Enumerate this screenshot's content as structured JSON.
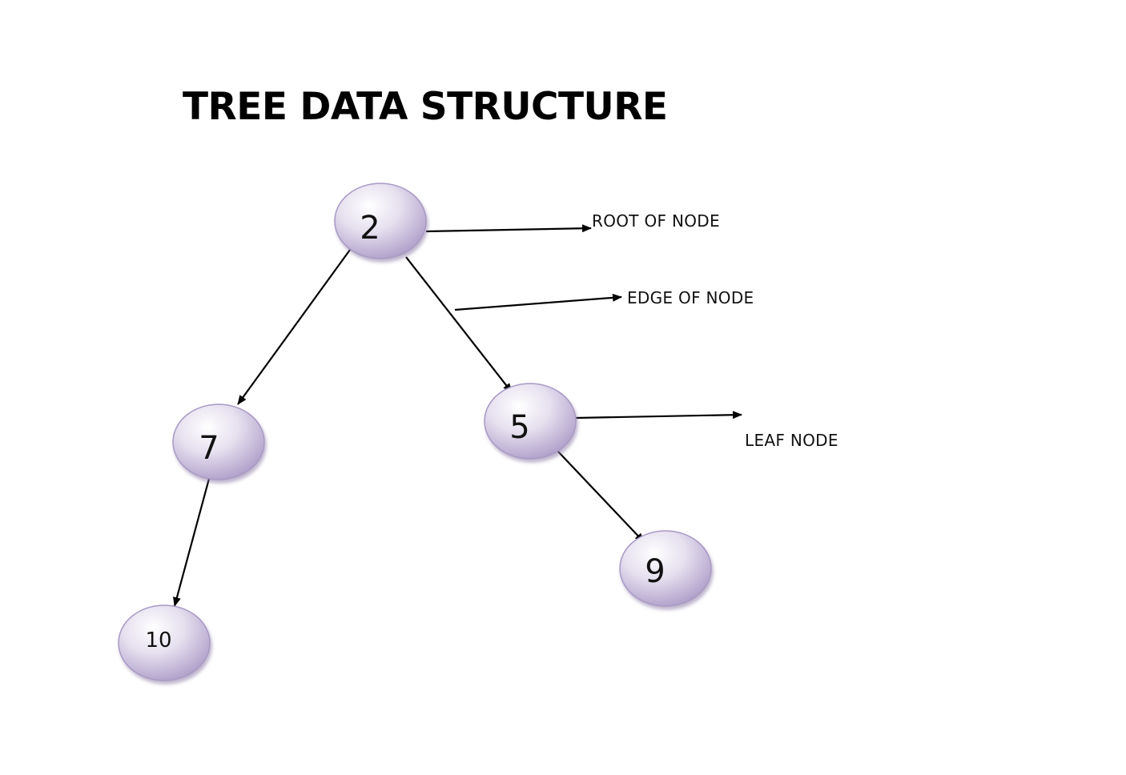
{
  "title": "TREE DATA STRUCTURE",
  "nodes": {
    "root": "2",
    "left_child": "7",
    "right_child": "5",
    "left_grandchild": "10",
    "right_grandchild": "9"
  },
  "callouts": {
    "root": "ROOT OF NODE",
    "edge": "EDGE OF NODE",
    "leaf": "LEAF NODE"
  },
  "colors": {
    "node_fill_light": "#ffffff",
    "node_fill_dark": "#b7a9cf",
    "node_border": "#a99ac4",
    "line": "#000000"
  }
}
